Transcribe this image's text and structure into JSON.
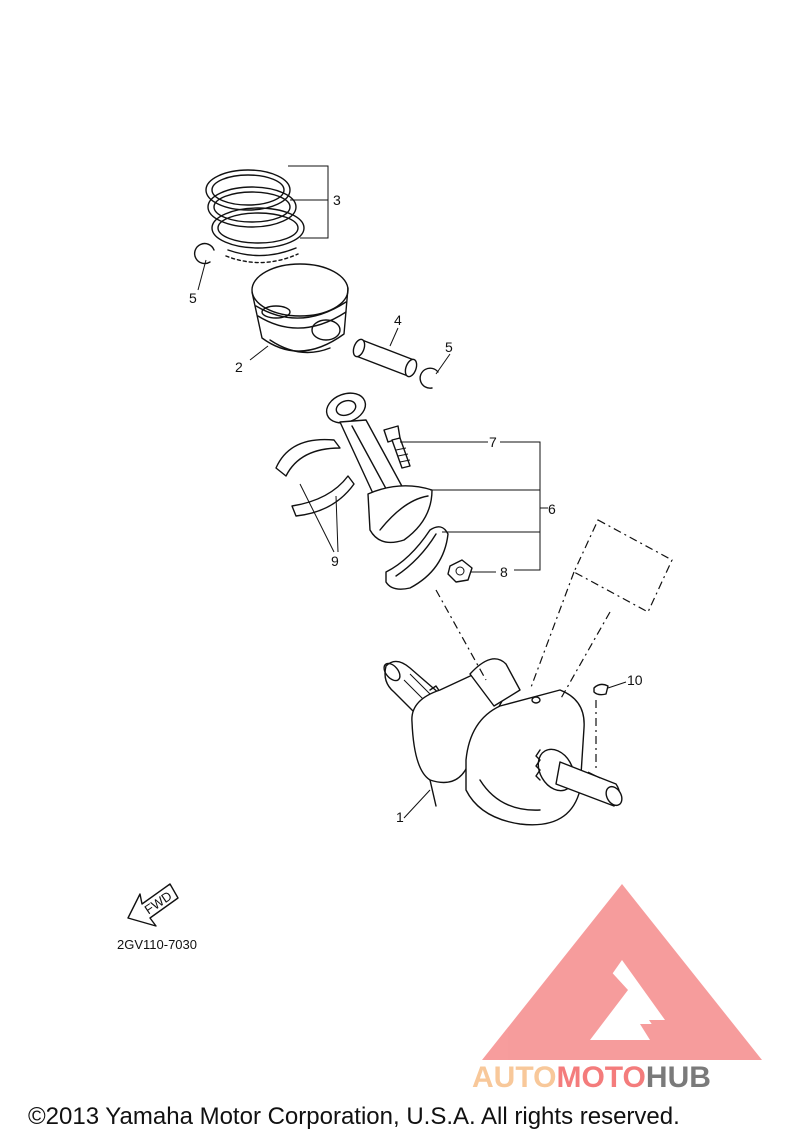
{
  "diagram": {
    "part_labels": [
      {
        "id": "1",
        "text": "1"
      },
      {
        "id": "2",
        "text": "2"
      },
      {
        "id": "3",
        "text": "3"
      },
      {
        "id": "4",
        "text": "4"
      },
      {
        "id": "5a",
        "text": "5"
      },
      {
        "id": "5b",
        "text": "5"
      },
      {
        "id": "6",
        "text": "6"
      },
      {
        "id": "7",
        "text": "7"
      },
      {
        "id": "8",
        "text": "8"
      },
      {
        "id": "9",
        "text": "9"
      },
      {
        "id": "10",
        "text": "10"
      }
    ],
    "fwd_text": "FWD",
    "diagram_code": "2GV110-7030"
  },
  "watermark": {
    "part1": "AUTO",
    "part2": "MOTO",
    "part3": "HUB",
    "color_light": "#f8c89a",
    "color_red": "#f47c7c",
    "color_gray": "#7a7a7a"
  },
  "footer": {
    "copyright": "©2013 Yamaha Motor Corporation, U.S.A. All rights reserved."
  }
}
